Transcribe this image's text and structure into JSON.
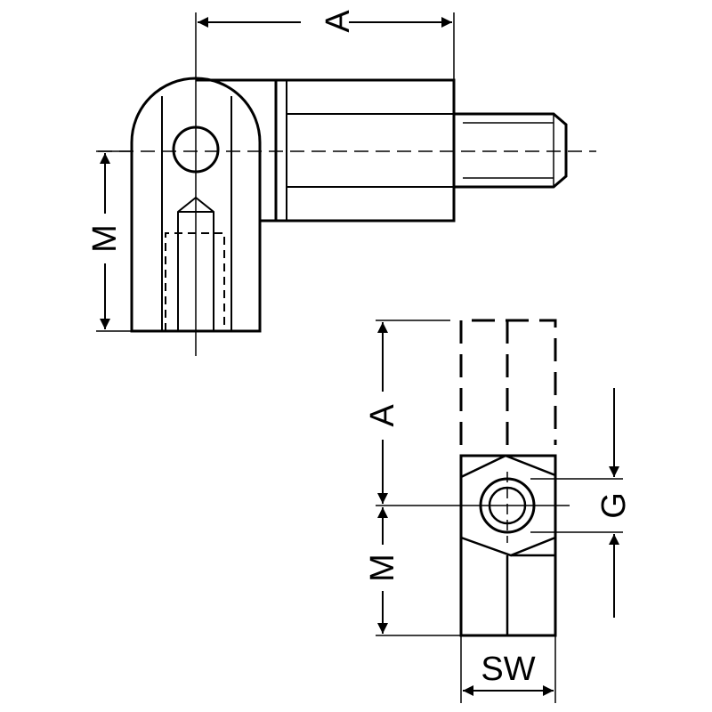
{
  "labels": {
    "dim_a_top": "A",
    "dim_m_left": "M",
    "dim_a_right": "A",
    "dim_m_right": "M",
    "dim_g": "G",
    "dim_sw": "SW"
  },
  "colors": {
    "line": "#000000",
    "background": "#ffffff"
  }
}
